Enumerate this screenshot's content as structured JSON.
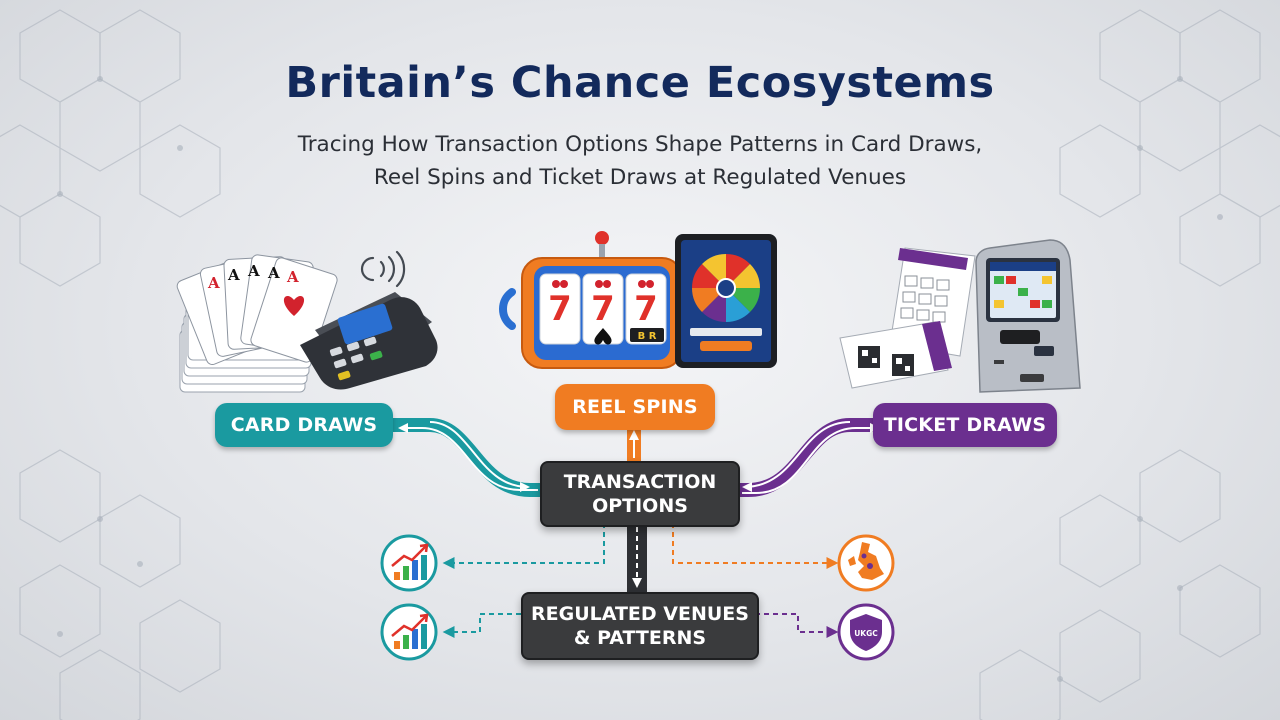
{
  "header": {
    "title": "Britain’s Chance Ecosystems",
    "subtitle_line1": "Tracing How Transaction Options Shape Patterns in Card Draws,",
    "subtitle_line2": "Reel Spins and Ticket Draws at Regulated Venues"
  },
  "nodes": {
    "card_draws": "CARD DRAWS",
    "reel_spins": "REEL SPINS",
    "ticket_draws": "TICKET DRAWS",
    "transaction_line1": "TRANSACTION",
    "transaction_line2": "OPTIONS",
    "regulated_line1": "REGULATED VENUES",
    "regulated_line2": "& PATTERNS"
  },
  "illustrations": {
    "slot_reels": [
      "7",
      "7",
      "7"
    ],
    "slot_badge": "B R",
    "shield_text": "UKGC"
  },
  "colors": {
    "card": "#1a9aa0",
    "reel": "#f07c22",
    "ticket": "#6b2f8f",
    "hub": "#3a3b3d",
    "title": "#132a5c"
  },
  "icons": [
    "hex-grid-pattern",
    "playing-cards-icon",
    "card-terminal-icon",
    "contactless-icon",
    "slot-machine-icon",
    "tablet-wheel-icon",
    "lottery-ticket-icon",
    "kiosk-icon",
    "trend-chart-icon",
    "uk-map-icon",
    "shield-icon"
  ]
}
